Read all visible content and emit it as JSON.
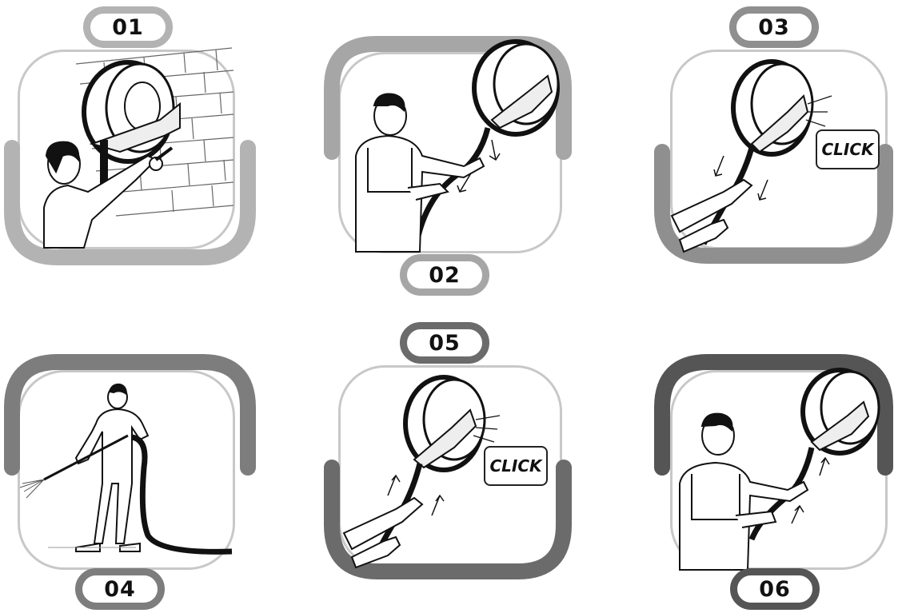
{
  "steps": [
    {
      "number": "01",
      "action": "mount-reel-on-wall"
    },
    {
      "number": "02",
      "action": "pull-out-hose"
    },
    {
      "number": "03",
      "action": "lock-click",
      "tag": "CLICK"
    },
    {
      "number": "04",
      "action": "use-pressure-washer"
    },
    {
      "number": "05",
      "action": "unlock-click",
      "tag": "CLICK"
    },
    {
      "number": "06",
      "action": "rewind-hose"
    }
  ],
  "colors": {
    "step1": "#b3b3b3",
    "step2": "#a6a6a6",
    "step3": "#8f8f8f",
    "step4": "#7d7d7d",
    "step5": "#6b6b6b",
    "step6": "#555555",
    "panel_outline": "#c8c8c8",
    "ink": "#111111"
  }
}
